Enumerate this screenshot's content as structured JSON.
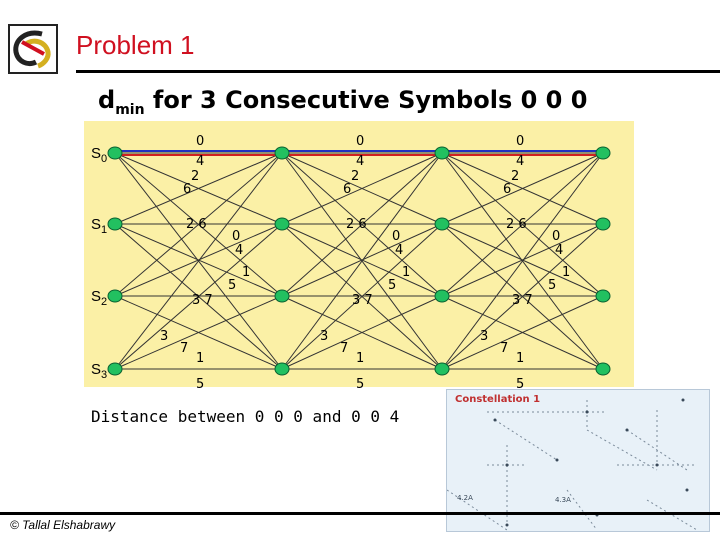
{
  "header": {
    "title": "Problem 1"
  },
  "subtitle": {
    "prefix": "d",
    "sub": "min",
    "rest": " for 3 Consecutive Symbols 0 0 0"
  },
  "trellis": {
    "states": [
      "S0",
      "S1",
      "S2",
      "S3"
    ],
    "highlight_colors": [
      "#2030c0",
      "#d02020"
    ],
    "stage_labels": {
      "s0_0": "0",
      "s0_4": "4",
      "s0_2": "2",
      "s0_6": "6",
      "s1_26": "2 6",
      "s1_0": "0",
      "s1_4": "4",
      "s2_1": "1",
      "s2_5": "5",
      "s2_37": "3 7",
      "s3_3": "3",
      "s3_7": "7",
      "s3_1": "1",
      "s3_5": "5"
    }
  },
  "caption": "Distance between 0 0 0 and 0 0 4",
  "footer": {
    "copyright": "© Tallal Elshabrawy"
  },
  "inset": {
    "title": "Constellation 1",
    "labels": [
      "4.2A",
      "4.3A"
    ]
  }
}
